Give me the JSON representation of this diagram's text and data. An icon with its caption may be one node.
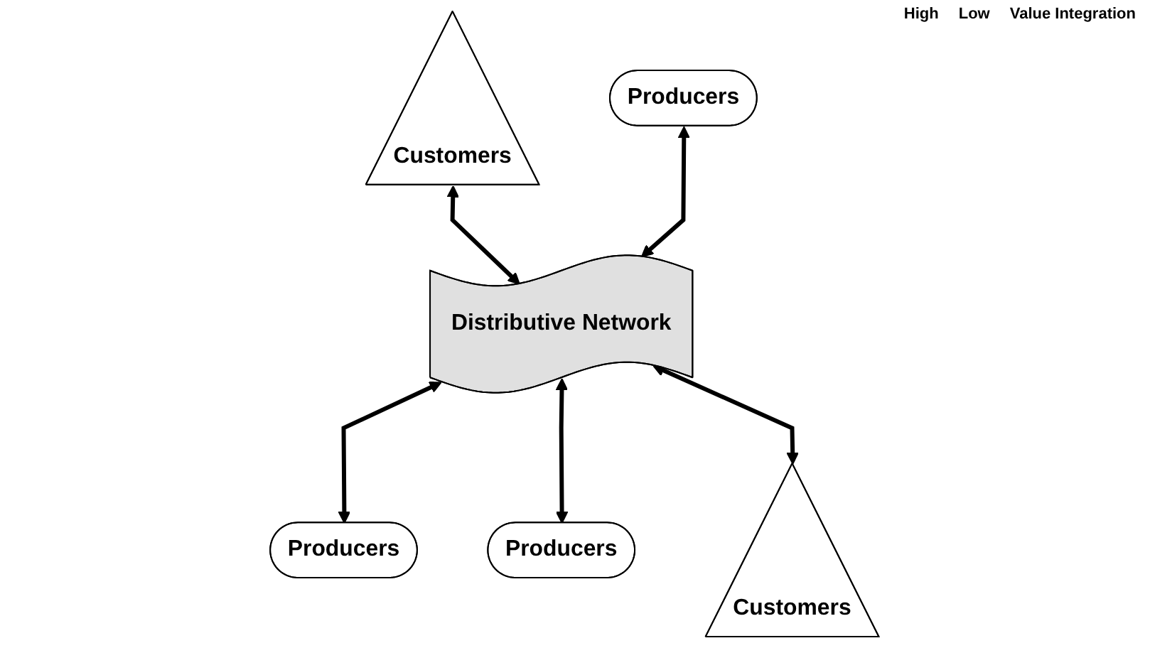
{
  "diagram": {
    "nodes": [
      {
        "text": [
          "Customers"
        ]
      },
      {
        "text": [
          "Producers"
        ]
      },
      {
        "text": [
          "Distributive Network"
        ]
      },
      {
        "text": [
          "Producers"
        ]
      },
      {
        "text": [
          "Producers"
        ]
      },
      {
        "text": [
          "Customers"
        ]
      }
    ],
    "edges": [
      {
        "from": 0,
        "to": 2,
        "arrow": "both"
      },
      {
        "from": 1,
        "to": 2,
        "arrow": "both"
      },
      {
        "from": 2,
        "to": 3,
        "arrow": "both"
      },
      {
        "from": 2,
        "to": 4,
        "arrow": "both"
      },
      {
        "from": 2,
        "to": 5,
        "arrow": "both"
      }
    ],
    "labels": [
      "High",
      "Low",
      "Value Integration"
    ]
  }
}
